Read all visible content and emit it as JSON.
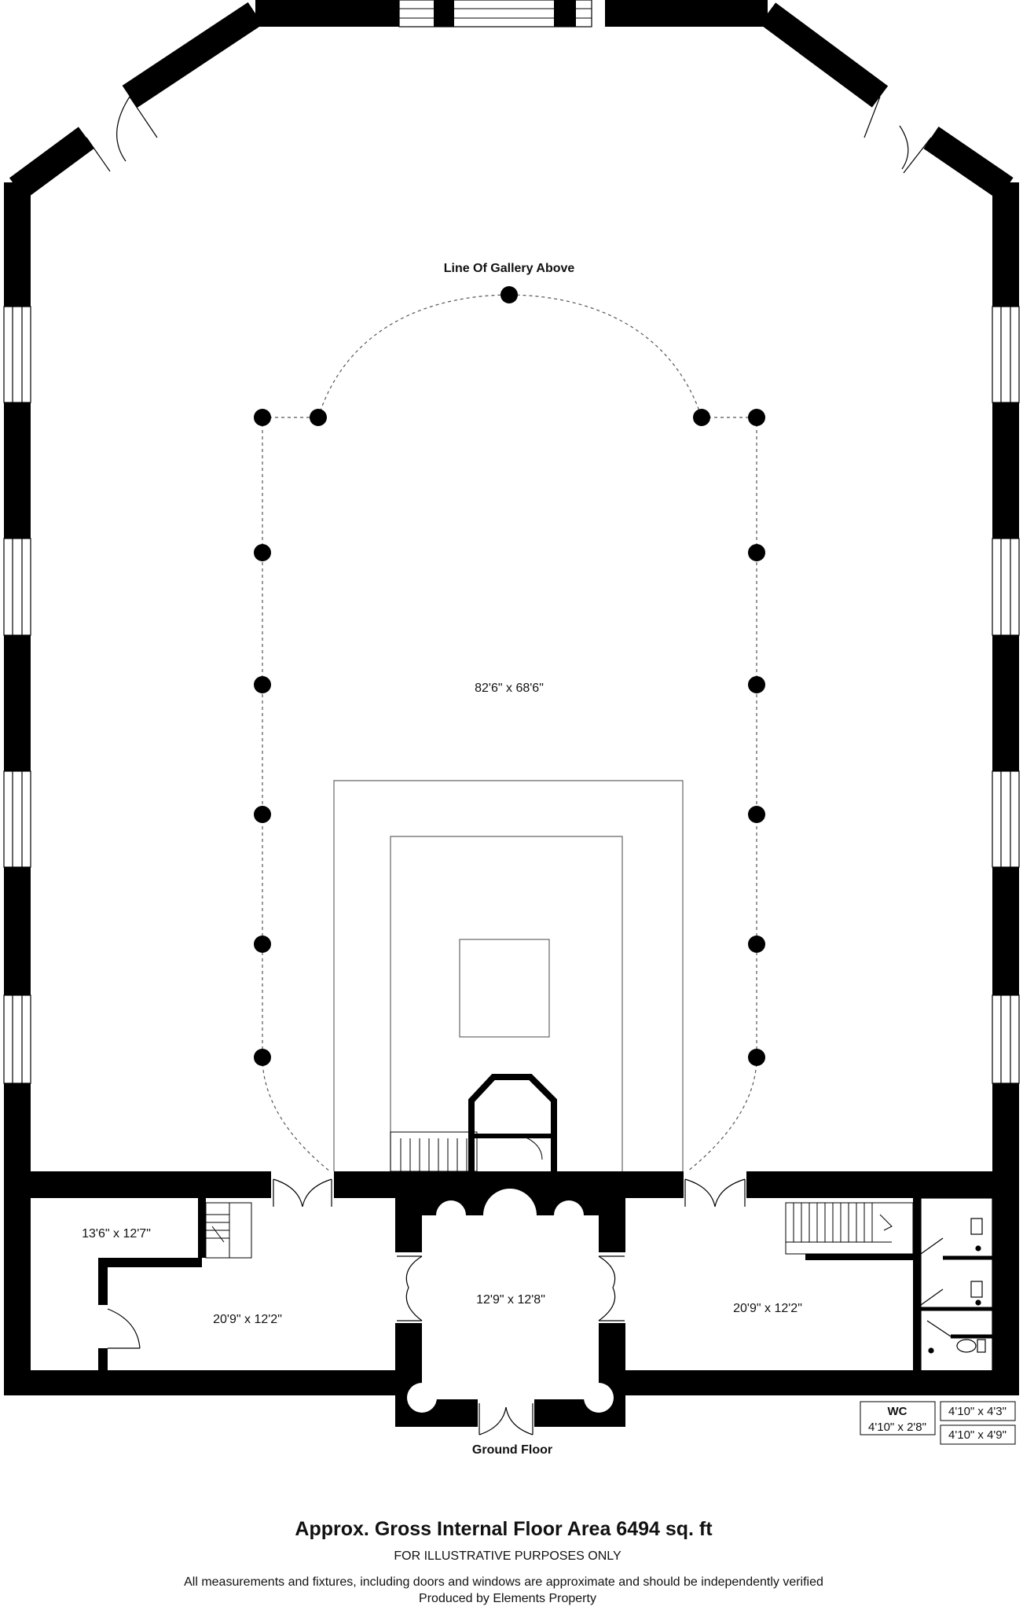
{
  "plan": {
    "gallery_note": "Line Of Gallery Above",
    "floor_label": "Ground Floor",
    "rooms": [
      {
        "id": "main-hall",
        "dimensions": "82'6\" x 68'6\""
      },
      {
        "id": "room-left-small",
        "dimensions": "13'6\" x 12'7\""
      },
      {
        "id": "room-left",
        "dimensions": "20'9\" x 12'2\""
      },
      {
        "id": "entrance-hall",
        "dimensions": "12'9\" x 12'8\""
      },
      {
        "id": "room-right",
        "dimensions": "20'9\" x 12'2\""
      }
    ],
    "wc": {
      "name": "WC",
      "dimensions": "4'10\" x 2'8\""
    },
    "small_rooms": [
      "4'10\" x 4'3\"",
      "4'10\" x 4'9\""
    ]
  },
  "footer": {
    "area": "Approx. Gross Internal Floor Area 6494 sq. ft",
    "illustrative": "FOR ILLUSTRATIVE PURPOSES ONLY",
    "disclaimer": "All measurements and fixtures, including doors and windows are approximate and should be independently verified",
    "producer": "Produced by Elements Property"
  }
}
